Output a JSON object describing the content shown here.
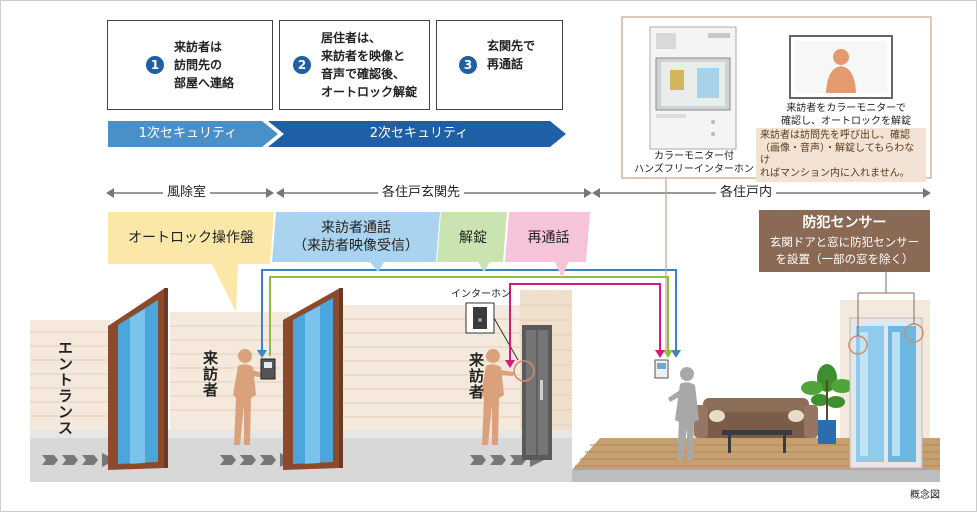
{
  "steps": [
    {
      "num": "1",
      "text": "来訪者は\n訪問先の\n部屋へ連絡"
    },
    {
      "num": "2",
      "text": "居住者は、\n来訪者を映像と\n音声で確認後、\nオートロック解錠"
    },
    {
      "num": "3",
      "text": "玄関先で\n再通話"
    }
  ],
  "security": {
    "primary": "1次セキュリティ",
    "secondary": "2次セキュリティ"
  },
  "zones": {
    "vestibule": "風除室",
    "entrance": "各住戸玄関先",
    "inside": "各住戸内"
  },
  "tags": {
    "autolock": "オートロック操作盤",
    "call": "来訪者通話\n（来訪者映像受信）",
    "unlock": "解錠",
    "recall": "再通話",
    "crime_title": "防犯センサー",
    "crime_desc": "玄関ドアと窓に防犯センサー\nを設置（一部の窓を除く）"
  },
  "monitor": {
    "device_caption": "カラーモニター付\nハンズフリーインターホン",
    "screen_caption": "来訪者をカラーモニターで\n確認し、オートロックを解錠",
    "note": "来訪者は訪問先を呼び出し、確認\n（画像・音声）・解錠してもらわなけ\nればマンション内に入れません。"
  },
  "scene": {
    "entrance_label": "エントランス",
    "visitor1": "来訪者",
    "visitor2": "来訪者",
    "intercom": "インターホン"
  },
  "footnote": "概念図",
  "colors": {
    "blue": "#3a84c4",
    "green": "#8fbf3a",
    "magenta": "#d81b7a",
    "dark_blue": "#1f5fa5",
    "brown": "#8b6a55"
  }
}
